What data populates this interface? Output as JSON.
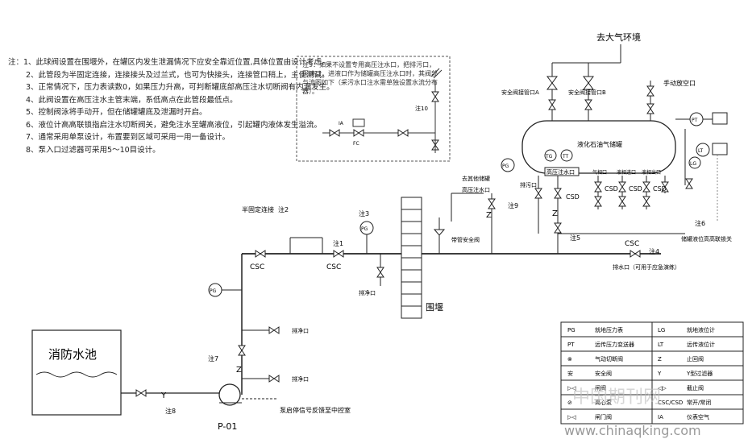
{
  "notes": [
    "注：1、此球阀设置在围堰外，在罐区内发生泄漏情况下应安全靠近位置,具体位置由设计考虑。",
    "2、此管段为半固定连接，连接接头及过兰式，也可为快接头，连接管口稍上，主便测试。",
    "3、正常情况下，压力表读数0，如果压力升高，可判断罐底部高压注水切断阀有内漏发生。",
    "4、此阀设置在高压注水主管末端，系低高点在此管段最低点。",
    "5、控制阀泳将手动开，但在储罐罐底及泄漏时开启。",
    "6、液位计高高联锁指启注水切断阀关，避免注水至罐高液位，引起罐内液体发生溢流。",
    "7、通常采用单泵设计，布置要到区域可采用一用一备设计。",
    "8、泵入口过滤器可采用5～10目设计。"
  ],
  "note9": "注9：如果不设置专用高压注水口，把排污口，因速口，进液口作为储罐高压注水口时，其阀部与流图如下（采污水口注水需单独设置水流分布器）。",
  "labels": {
    "atmosphere": "去大气环境",
    "safety_valve_a": "安全阀接管口A",
    "safety_valve_b": "安全阀接管口B",
    "manual_vent": "手动放空口",
    "tank_name": "液化石油气储罐",
    "hp_water_inlet_box": "高压注水口",
    "gas_phase_port": "气相口",
    "liquid_inlet": "液相进口",
    "liquid_outlet": "液相出口",
    "drain_port_top": "排污口",
    "to_other_tanks": "去其他储罐",
    "hp_water_inlet": "高压注水口",
    "semi_fixed": "半固定连接",
    "safety_valve_pipe": "带管安全阀",
    "dike": "围堰",
    "drain_clean_1": "排净口",
    "drain_clean_2": "排净口",
    "drain_clean_3": "排净口",
    "water_outlet": "排水口（可用于应急演练）",
    "fire_pool": "消防水池",
    "pump": "P-01",
    "pump_signal": "泵启停信号反馈至中控室",
    "interlock": "储罐液位高高联锁关",
    "csc1": "CSC",
    "csc2": "CSC",
    "csc3": "CSC",
    "csd": "CSD",
    "tg": "TG",
    "tt": "TT",
    "pg": "PG",
    "pt": "PT",
    "lt": "LT",
    "lg": "LG",
    "ia": "IA",
    "fc": "FC",
    "tag1": "注1",
    "tag2": "注2",
    "tag3": "注3",
    "tag4": "注4",
    "tag5": "注5",
    "tag6": "注6",
    "tag7": "注7",
    "tag8": "注8",
    "tag9": "注9",
    "tag10": "注10"
  },
  "legend": [
    [
      "PG",
      "就地压力表",
      "LG",
      "就地液位计"
    ],
    [
      "PT",
      "远传压力变送器",
      "LT",
      "远传液位计"
    ],
    [
      "⊗",
      "气动切断阀",
      "Z",
      "止回阀"
    ],
    [
      "安",
      "安全阀",
      "Y",
      "Y型过滤器"
    ],
    [
      "▷◁",
      "闸阀",
      "◁▷",
      "截止阀"
    ],
    [
      "⊘",
      "离心泵",
      "CSC/CSD",
      "常开/常闭"
    ],
    [
      "▷◁",
      "闸门阀",
      "IA",
      "仪表空气"
    ]
  ],
  "watermark": {
    "cn": "中国期刊网",
    "url": "www.chinaqking.com"
  }
}
